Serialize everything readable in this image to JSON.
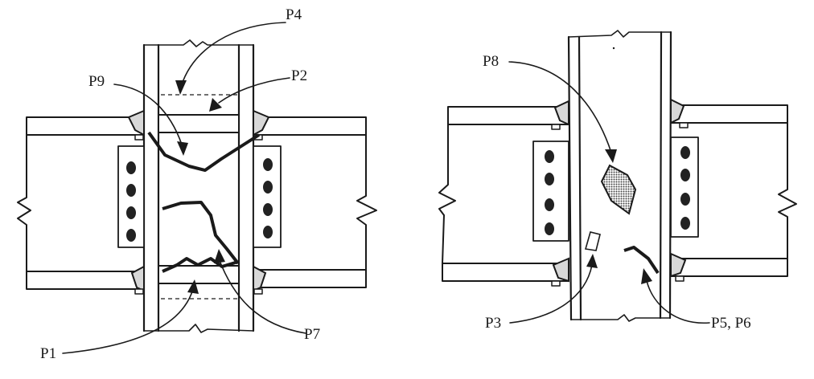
{
  "diagram": {
    "labels": {
      "p1": "P1",
      "p2": "P2",
      "p3": "P3",
      "p4": "P4",
      "p5p6": "P5, P6",
      "p7": "P7",
      "p8": "P8",
      "p9": "P9"
    }
  },
  "colors": {
    "ink": "#1a1a1a",
    "paper": "#ffffff",
    "hatch": "#555555"
  }
}
